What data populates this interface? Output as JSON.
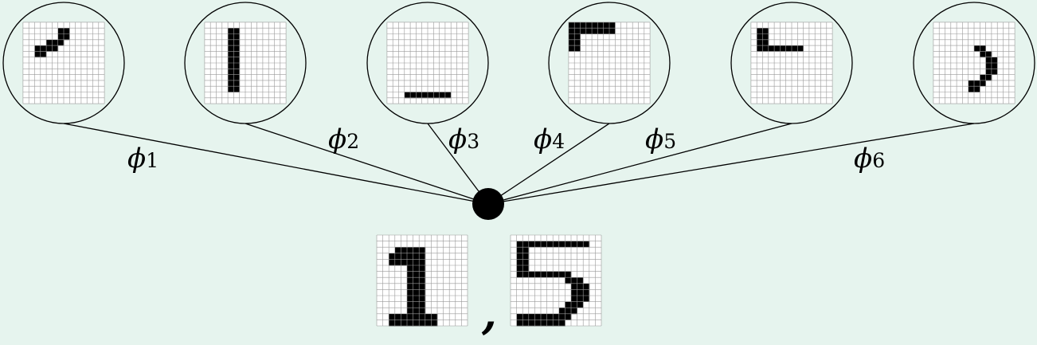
{
  "diagram": {
    "colors": {
      "background": "#e6f4ee",
      "grid_fill": "#ffffff",
      "grid_line": "#9a9a9a",
      "ink": "#000000"
    },
    "features": [
      {
        "label": "ϕ1",
        "symbol": "ϕ",
        "index": "1",
        "cells": [
          [
            6,
            1
          ],
          [
            7,
            1
          ],
          [
            6,
            2
          ],
          [
            7,
            2
          ],
          [
            4,
            3
          ],
          [
            5,
            3
          ],
          [
            6,
            3
          ],
          [
            2,
            4
          ],
          [
            3,
            4
          ],
          [
            4,
            4
          ],
          [
            5,
            4
          ],
          [
            2,
            5
          ],
          [
            3,
            5
          ]
        ]
      },
      {
        "label": "ϕ2",
        "symbol": "ϕ",
        "index": "2",
        "cells": [
          [
            4,
            1
          ],
          [
            5,
            1
          ],
          [
            4,
            2
          ],
          [
            5,
            2
          ],
          [
            4,
            3
          ],
          [
            5,
            3
          ],
          [
            4,
            4
          ],
          [
            5,
            4
          ],
          [
            4,
            5
          ],
          [
            5,
            5
          ],
          [
            4,
            6
          ],
          [
            5,
            6
          ],
          [
            4,
            7
          ],
          [
            5,
            7
          ],
          [
            4,
            8
          ],
          [
            5,
            8
          ],
          [
            4,
            9
          ],
          [
            5,
            9
          ],
          [
            4,
            10
          ],
          [
            5,
            10
          ],
          [
            4,
            11
          ],
          [
            5,
            11
          ]
        ]
      },
      {
        "label": "ϕ3",
        "symbol": "ϕ",
        "index": "3",
        "cells": [
          [
            3,
            12
          ],
          [
            4,
            12
          ],
          [
            5,
            12
          ],
          [
            6,
            12
          ],
          [
            7,
            12
          ],
          [
            8,
            12
          ],
          [
            9,
            12
          ],
          [
            10,
            12
          ]
        ]
      },
      {
        "label": "ϕ4",
        "symbol": "ϕ",
        "index": "4",
        "cells": [
          [
            0,
            0
          ],
          [
            1,
            0
          ],
          [
            2,
            0
          ],
          [
            3,
            0
          ],
          [
            4,
            0
          ],
          [
            5,
            0
          ],
          [
            6,
            0
          ],
          [
            7,
            0
          ],
          [
            0,
            1
          ],
          [
            1,
            1
          ],
          [
            2,
            1
          ],
          [
            3,
            1
          ],
          [
            4,
            1
          ],
          [
            5,
            1
          ],
          [
            6,
            1
          ],
          [
            7,
            1
          ],
          [
            0,
            2
          ],
          [
            1,
            2
          ],
          [
            0,
            3
          ],
          [
            1,
            3
          ],
          [
            0,
            4
          ],
          [
            1,
            4
          ]
        ]
      },
      {
        "label": "ϕ5",
        "symbol": "ϕ",
        "index": "5",
        "cells": [
          [
            1,
            1
          ],
          [
            2,
            1
          ],
          [
            1,
            2
          ],
          [
            2,
            2
          ],
          [
            1,
            3
          ],
          [
            2,
            3
          ],
          [
            1,
            4
          ],
          [
            2,
            4
          ],
          [
            3,
            4
          ],
          [
            4,
            4
          ],
          [
            5,
            4
          ],
          [
            6,
            4
          ],
          [
            7,
            4
          ],
          [
            8,
            4
          ]
        ]
      },
      {
        "label": "ϕ6",
        "symbol": "ϕ",
        "index": "6",
        "cells": [
          [
            7,
            4
          ],
          [
            8,
            4
          ],
          [
            8,
            5
          ],
          [
            9,
            5
          ],
          [
            9,
            6
          ],
          [
            10,
            6
          ],
          [
            9,
            7
          ],
          [
            10,
            7
          ],
          [
            9,
            8
          ],
          [
            10,
            8
          ],
          [
            8,
            9
          ],
          [
            9,
            9
          ],
          [
            6,
            10
          ],
          [
            7,
            10
          ],
          [
            8,
            10
          ],
          [
            6,
            11
          ],
          [
            7,
            11
          ]
        ]
      }
    ],
    "outputs": [
      {
        "digit": "1",
        "cells": [
          [
            3,
            2
          ],
          [
            4,
            2
          ],
          [
            5,
            2
          ],
          [
            6,
            2
          ],
          [
            7,
            2
          ],
          [
            2,
            3
          ],
          [
            3,
            3
          ],
          [
            4,
            3
          ],
          [
            5,
            3
          ],
          [
            6,
            3
          ],
          [
            7,
            3
          ],
          [
            2,
            4
          ],
          [
            3,
            4
          ],
          [
            4,
            4
          ],
          [
            5,
            4
          ],
          [
            6,
            4
          ],
          [
            7,
            4
          ],
          [
            5,
            5
          ],
          [
            6,
            5
          ],
          [
            7,
            5
          ],
          [
            5,
            6
          ],
          [
            6,
            6
          ],
          [
            7,
            6
          ],
          [
            5,
            7
          ],
          [
            6,
            7
          ],
          [
            7,
            7
          ],
          [
            5,
            8
          ],
          [
            6,
            8
          ],
          [
            7,
            8
          ],
          [
            5,
            9
          ],
          [
            6,
            9
          ],
          [
            7,
            9
          ],
          [
            5,
            10
          ],
          [
            6,
            10
          ],
          [
            7,
            10
          ],
          [
            5,
            11
          ],
          [
            6,
            11
          ],
          [
            7,
            11
          ],
          [
            5,
            12
          ],
          [
            6,
            12
          ],
          [
            7,
            12
          ],
          [
            2,
            13
          ],
          [
            3,
            13
          ],
          [
            4,
            13
          ],
          [
            5,
            13
          ],
          [
            6,
            13
          ],
          [
            7,
            13
          ],
          [
            8,
            13
          ],
          [
            9,
            13
          ],
          [
            2,
            14
          ],
          [
            3,
            14
          ],
          [
            4,
            14
          ],
          [
            5,
            14
          ],
          [
            6,
            14
          ],
          [
            7,
            14
          ],
          [
            8,
            14
          ],
          [
            9,
            14
          ]
        ]
      },
      {
        "digit": "5",
        "cells": [
          [
            1,
            1
          ],
          [
            2,
            1
          ],
          [
            3,
            1
          ],
          [
            4,
            1
          ],
          [
            5,
            1
          ],
          [
            6,
            1
          ],
          [
            7,
            1
          ],
          [
            8,
            1
          ],
          [
            9,
            1
          ],
          [
            10,
            1
          ],
          [
            11,
            1
          ],
          [
            12,
            1
          ],
          [
            1,
            2
          ],
          [
            2,
            2
          ],
          [
            1,
            3
          ],
          [
            2,
            3
          ],
          [
            1,
            4
          ],
          [
            2,
            4
          ],
          [
            1,
            5
          ],
          [
            2,
            5
          ],
          [
            1,
            6
          ],
          [
            2,
            6
          ],
          [
            3,
            6
          ],
          [
            4,
            6
          ],
          [
            5,
            6
          ],
          [
            6,
            6
          ],
          [
            7,
            6
          ],
          [
            8,
            6
          ],
          [
            9,
            6
          ],
          [
            9,
            7
          ],
          [
            10,
            7
          ],
          [
            11,
            7
          ],
          [
            10,
            8
          ],
          [
            11,
            8
          ],
          [
            12,
            8
          ],
          [
            10,
            9
          ],
          [
            11,
            9
          ],
          [
            12,
            9
          ],
          [
            10,
            10
          ],
          [
            11,
            10
          ],
          [
            12,
            10
          ],
          [
            9,
            11
          ],
          [
            10,
            11
          ],
          [
            11,
            11
          ],
          [
            8,
            12
          ],
          [
            9,
            12
          ],
          [
            10,
            12
          ],
          [
            1,
            13
          ],
          [
            2,
            13
          ],
          [
            3,
            13
          ],
          [
            4,
            13
          ],
          [
            5,
            13
          ],
          [
            6,
            13
          ],
          [
            7,
            13
          ],
          [
            8,
            13
          ],
          [
            9,
            13
          ],
          [
            1,
            14
          ],
          [
            2,
            14
          ],
          [
            3,
            14
          ],
          [
            4,
            14
          ],
          [
            5,
            14
          ],
          [
            6,
            14
          ],
          [
            7,
            14
          ],
          [
            8,
            14
          ]
        ]
      }
    ],
    "separator": ","
  }
}
